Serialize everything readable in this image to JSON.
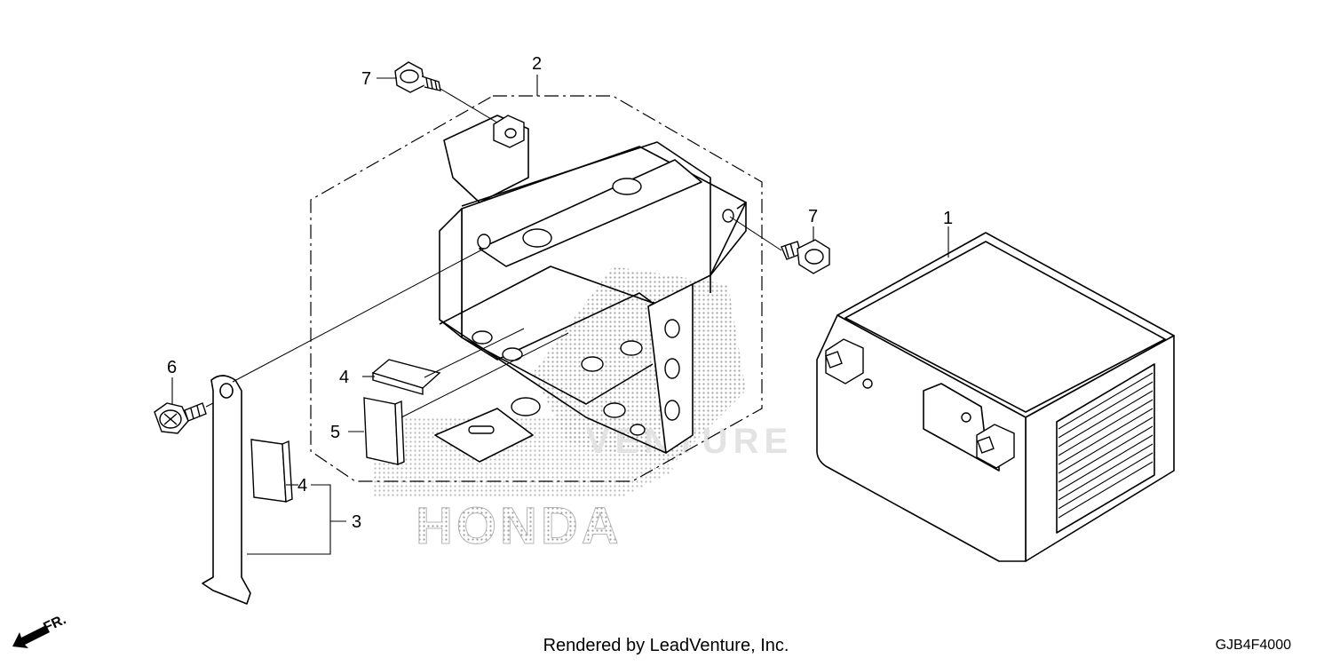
{
  "watermark": {
    "logo_text": "HONDA",
    "logo_subtext": "VENTURE"
  },
  "direction": {
    "label": "FR."
  },
  "callouts": {
    "p1": "1",
    "p2": "2",
    "p3": "3",
    "p4a": "4",
    "p4b": "4",
    "p5": "5",
    "p6": "6",
    "p7a": "7",
    "p7b": "7"
  },
  "footer": {
    "credit": "Rendered by LeadVenture, Inc.",
    "diagram_code": "GJB4F4000"
  }
}
